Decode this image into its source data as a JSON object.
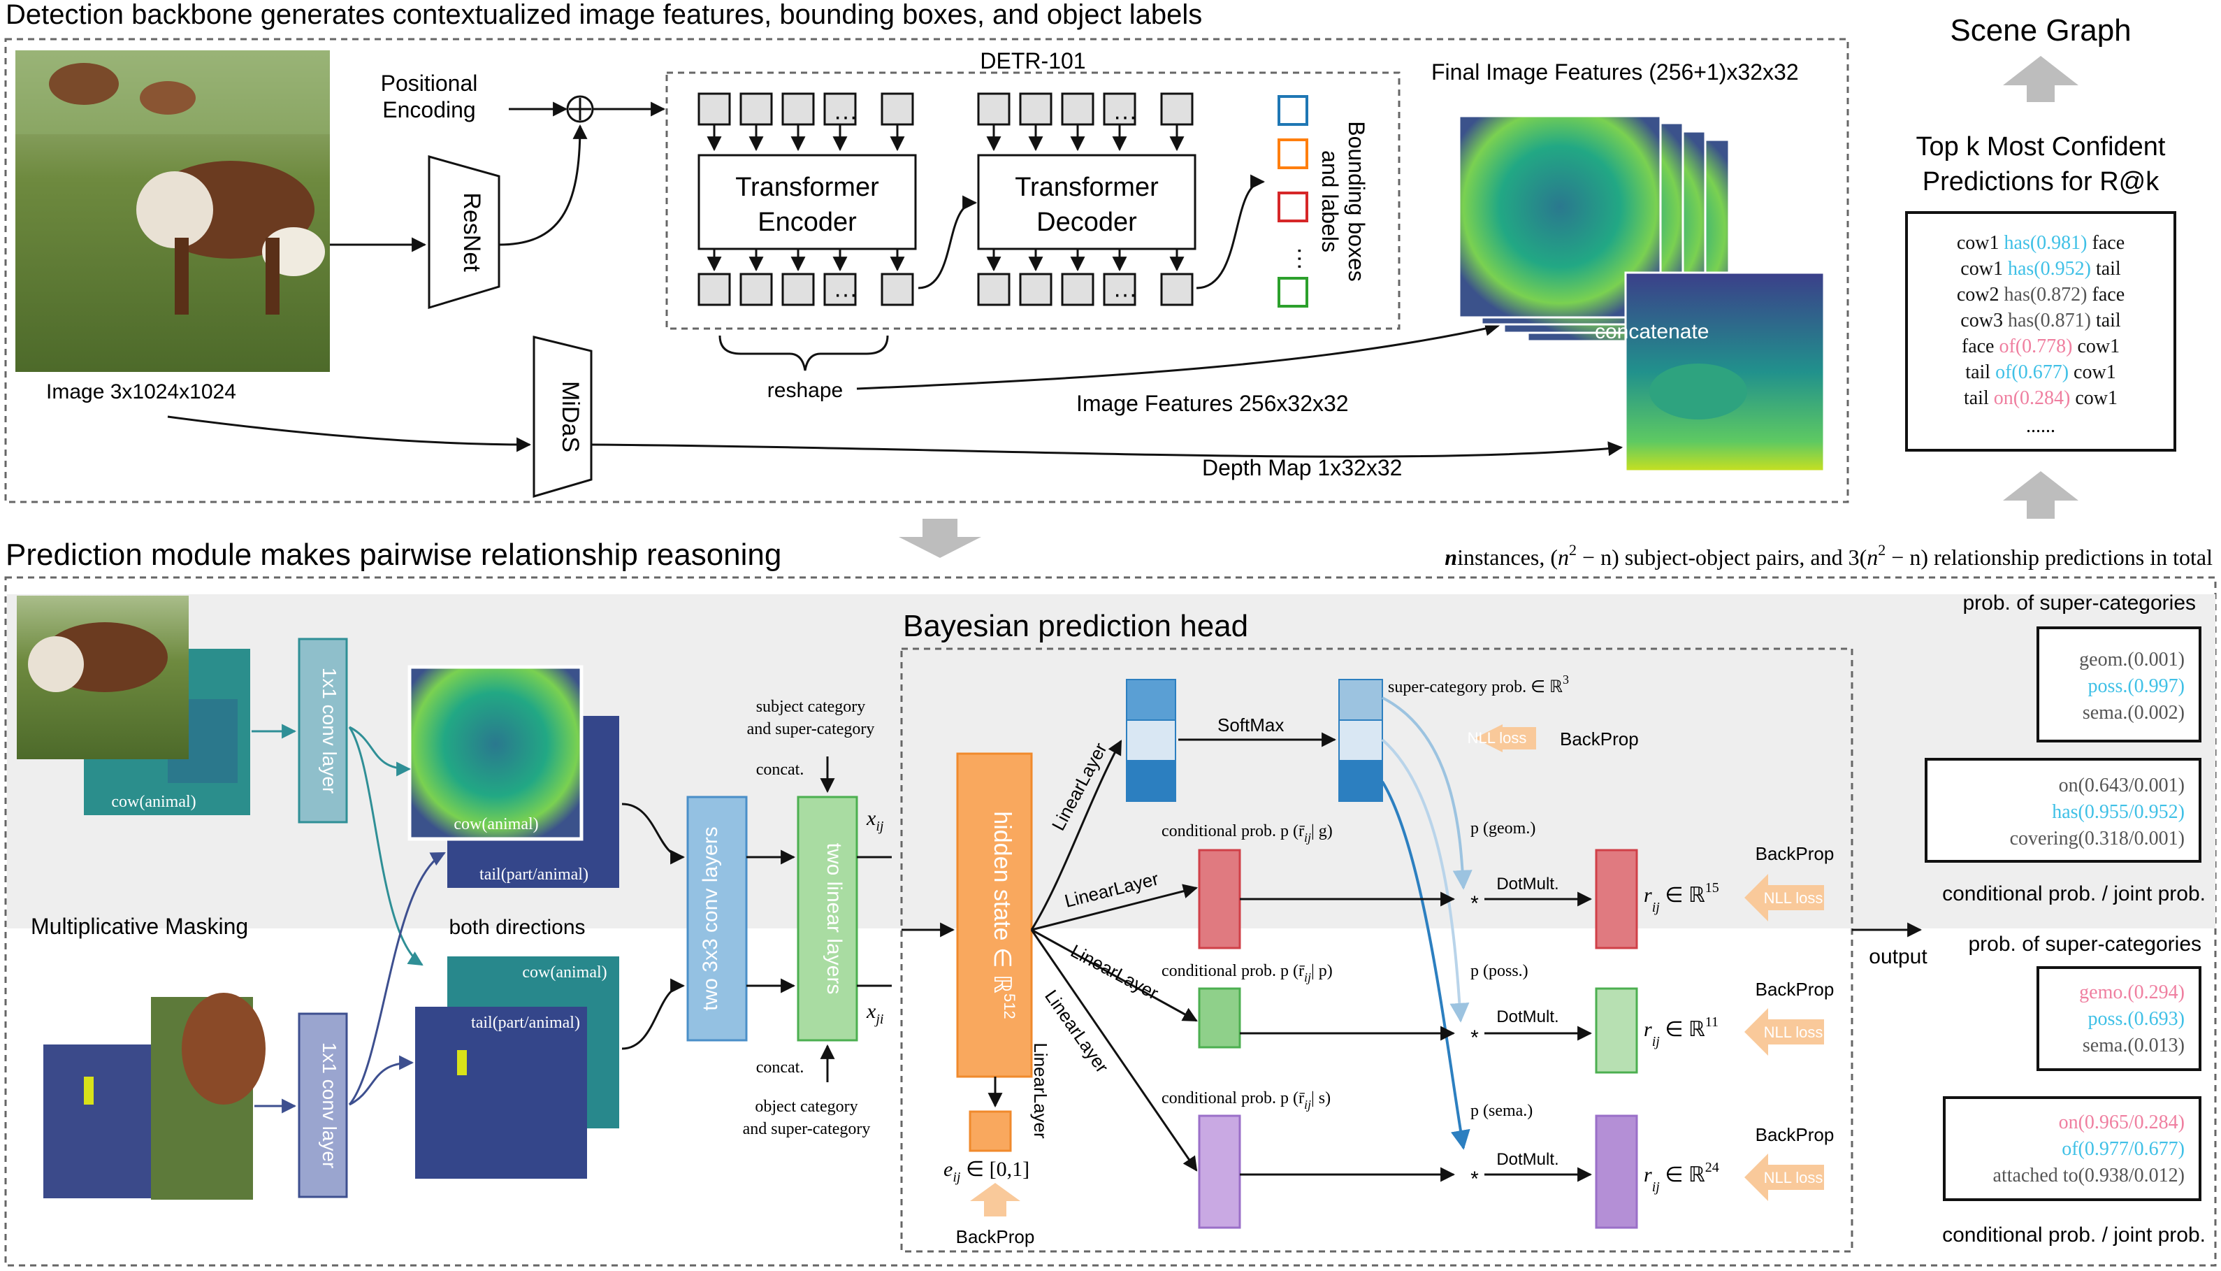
{
  "top": {
    "title": "Detection backbone generates contextualized image features, bounding boxes, and object labels",
    "image_label": "Image 3x1024x1024",
    "positional_encoding": [
      "Positional",
      "Encoding"
    ],
    "resnet": "ResNet",
    "midas": "MiDaS",
    "detr_title": "DETR-101",
    "encoder": [
      "Transformer",
      "Encoder"
    ],
    "decoder": [
      "Transformer",
      "Decoder"
    ],
    "ellipsis": "···",
    "bbox_labels": [
      "Bounding boxes",
      "and labels"
    ],
    "reshape": "reshape",
    "final_features": "Final Image Features (256+1)x32x32",
    "image_features": "Image Features 256x32x32",
    "depth_map": "Depth Map 1x32x32",
    "concatenate": "concatenate"
  },
  "right": {
    "scene_graph": "Scene Graph",
    "topk": [
      "Top k Most Confident",
      "Predictions for R@k"
    ],
    "predictions": [
      {
        "subj": "cow1",
        "rel": "has(0.981)",
        "obj": "face",
        "color": "#3fc0e6"
      },
      {
        "subj": "cow1",
        "rel": "has(0.952)",
        "obj": "tail",
        "color": "#3fc0e6"
      },
      {
        "subj": "cow2",
        "rel": "has(0.872)",
        "obj": "face",
        "color": "#555555"
      },
      {
        "subj": "cow3",
        "rel": "has(0.871)",
        "obj": "tail",
        "color": "#555555"
      },
      {
        "subj": "face",
        "rel": "of(0.778)",
        "obj": "cow1",
        "color": "#ef7fa0"
      },
      {
        "subj": "tail",
        "rel": "of(0.677)",
        "obj": "cow1",
        "color": "#3fc0e6"
      },
      {
        "subj": "tail",
        "rel": "on(0.284)",
        "obj": "cow1",
        "color": "#ef7fa0"
      }
    ],
    "pred_more": "......"
  },
  "bottom": {
    "title": "Prediction module makes pairwise relationship reasoning",
    "summary_n": "n",
    "summary_1": "instances, (",
    "summary_pairs": "n",
    "summary_sup": "2",
    "summary_minus": " − n) subject-object pairs, and 3(",
    "summary_pairs2": "n",
    "summary_sup2": "2",
    "summary_end": " − n) relationship predictions in total",
    "cow_animal": "cow(animal)",
    "tail_part": "tail(part/animal)",
    "conv1x1": "1x1 conv layer",
    "mult_masking": "Multiplicative Masking",
    "both_directions": "both directions",
    "conv3x3": "two 3x3 conv layers",
    "linear2": "two linear layers",
    "subj_cat": [
      "subject category",
      "and super-category"
    ],
    "obj_cat": [
      "object category",
      "and super-category"
    ],
    "concat": "concat.",
    "x_ij": "x",
    "x_ij_sub": "ij",
    "x_ji_sub": "ji",
    "bayes_title": "Bayesian prediction head",
    "hidden_state": "hidden state ∈ ℝ",
    "hidden_sup": "512",
    "linear_layer": "LinearLayer",
    "e_ij": "e",
    "e_ij_range": " ∈ [0,1]",
    "backprop": "BackProp",
    "softmax": "SoftMax",
    "supercat_prob": "super-category prob. ∈ ℝ",
    "supercat_sup": "3",
    "nll_loss": "NLL loss",
    "cond_g": "conditional prob. p (r̄",
    "cond_g_end": "| g)",
    "cond_p_end": "| p)",
    "cond_s_end": "| s)",
    "p_geom": "p (geom.)",
    "p_poss": "p (poss.)",
    "p_sema": "p (sema.)",
    "dotmult": "DotMult.",
    "r_g_dim": "15",
    "r_p_dim": "11",
    "r_s_dim": "24",
    "output": "output",
    "prob_super": "prob. of super-categories",
    "cond_joint": "conditional prob. / joint prob.",
    "box1": [
      {
        "text": "geom.(0.001)",
        "color": "#555555"
      },
      {
        "text": "poss.(0.997)",
        "color": "#3fc0e6"
      },
      {
        "text": "sema.(0.002)",
        "color": "#555555"
      }
    ],
    "box2": [
      {
        "text": "on(0.643/0.001)",
        "color": "#555555"
      },
      {
        "text": "has(0.955/0.952)",
        "color": "#3fc0e6"
      },
      {
        "text": "covering(0.318/0.001)",
        "color": "#555555"
      }
    ],
    "box3": [
      {
        "text": "gemo.(0.294)",
        "color": "#ef7fa0"
      },
      {
        "text": "poss.(0.693)",
        "color": "#3fc0e6"
      },
      {
        "text": "sema.(0.013)",
        "color": "#555555"
      }
    ],
    "box4": [
      {
        "text": "on(0.965/0.284)",
        "color": "#ef7fa0"
      },
      {
        "text": "of(0.977/0.677)",
        "color": "#3fc0e6"
      },
      {
        "text": "attached to(0.938/0.012)",
        "color": "#555555"
      }
    ]
  },
  "colors": {
    "orange": "#f9a85e",
    "blue_conv": "#6baed6",
    "green_lin": "#6fc56a",
    "red": "#e0696f",
    "green": "#8fd08a",
    "purple": "#b48fd6",
    "teal_box": "#8fbfcb",
    "lavender_box": "#9aa5cf"
  }
}
